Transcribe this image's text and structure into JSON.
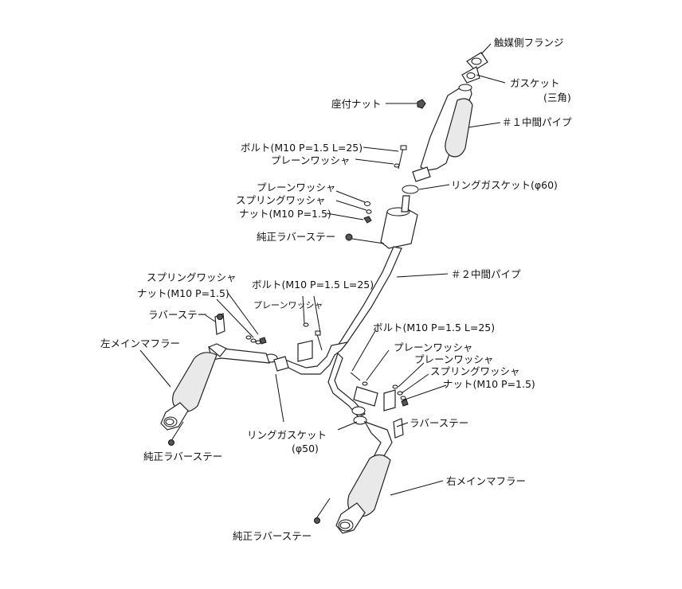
{
  "labels": {
    "cat_flange": "触媒側フランジ",
    "gasket": "ガスケット",
    "gasket_sub": "(三角)",
    "seat_nut": "座付ナット",
    "mid_pipe_1": "＃１中間パイプ",
    "bolt_top": "ボルト(M10 P=1.5 L=25)",
    "washer_top": "プレーンワッシャ",
    "washer_2": "プレーンワッシャ",
    "spring_washer_top": "スプリングワッシャ",
    "nut_top": "ナット(M10 P=1.5)",
    "ring_gasket_60": "リングガスケット(φ60)",
    "oem_rubber_stay_top": "純正ラバーステー",
    "mid_pipe_2": "＃２中間パイプ",
    "spring_washer_left": "スプリングワッシャ",
    "nut_left": "ナット(M10 P=1.5)",
    "bolt_mid": "ボルト(M10 P=1.5 L=25)",
    "washer_mid": "プレーンワッシャ",
    "rubber_stay_left": "ラバーステー",
    "left_main_muffler": "左メインマフラー",
    "bolt_right": "ボルト(M10 P=1.5 L=25)",
    "washer_right_1": "プレーンワッシャ",
    "washer_right_2": "プレーンワッシャ",
    "spring_washer_right": "スプリングワッシャ",
    "nut_right": "ナット(M10 P=1.5)",
    "rubber_stay_right": "ラバーステー",
    "ring_gasket_50": "リングガスケット",
    "ring_gasket_50_sub": "(φ50)",
    "oem_rubber_stay_left": "純正ラバーステー",
    "right_main_muffler": "右メインマフラー",
    "oem_rubber_stay_bottom": "純正ラバーステー"
  }
}
